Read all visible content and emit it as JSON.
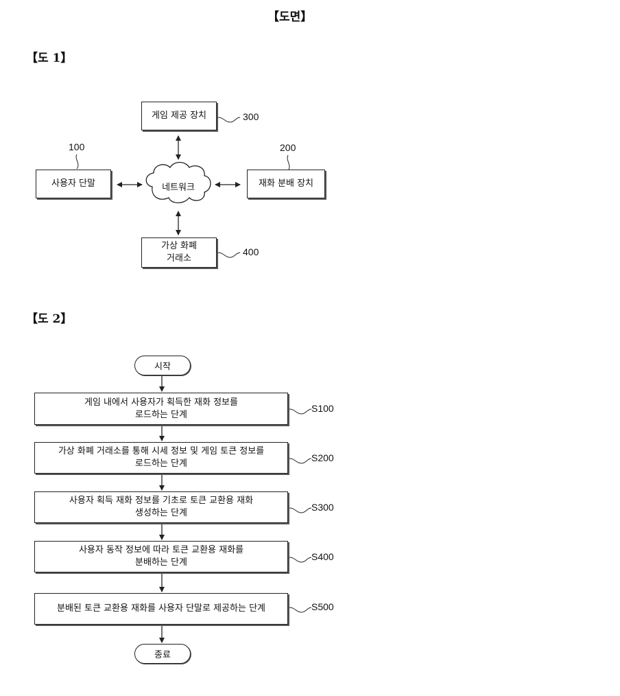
{
  "page_title": "【도면】",
  "fig1": {
    "heading": "【도 1】",
    "game_device": {
      "label": "게임 제공 장치",
      "ref": "300"
    },
    "user_terminal": {
      "label": "사용자 단말",
      "ref": "100"
    },
    "network": {
      "label": "네트워크"
    },
    "distribution_device": {
      "label": "재화 분배 장치",
      "ref": "200"
    },
    "exchange": {
      "line1": "가상 화폐",
      "line2": "거래소",
      "ref": "400"
    }
  },
  "fig2": {
    "heading": "【도 2】",
    "start": "시작",
    "end": "종료",
    "steps": [
      {
        "line1": "게임 내에서 사용자가 획득한 재화 정보를",
        "line2": "로드하는 단계",
        "ref": "S100"
      },
      {
        "line1": "가상 화폐 거래소를 통해 시세 정보 및 게임 토큰 정보를",
        "line2": "로드하는 단계",
        "ref": "S200"
      },
      {
        "line1": "사용자 획득 재화 정보를 기초로 토큰 교환용 재화",
        "line2": "생성하는 단계",
        "ref": "S300"
      },
      {
        "line1": "사용자 동작 정보에 따라 토큰 교환용 재화를",
        "line2": "분배하는 단계",
        "ref": "S400"
      },
      {
        "line1": "분배된 토큰 교환용 재화를 사용자 단말로 제공하는 단계",
        "line2": "",
        "ref": "S500"
      }
    ]
  }
}
